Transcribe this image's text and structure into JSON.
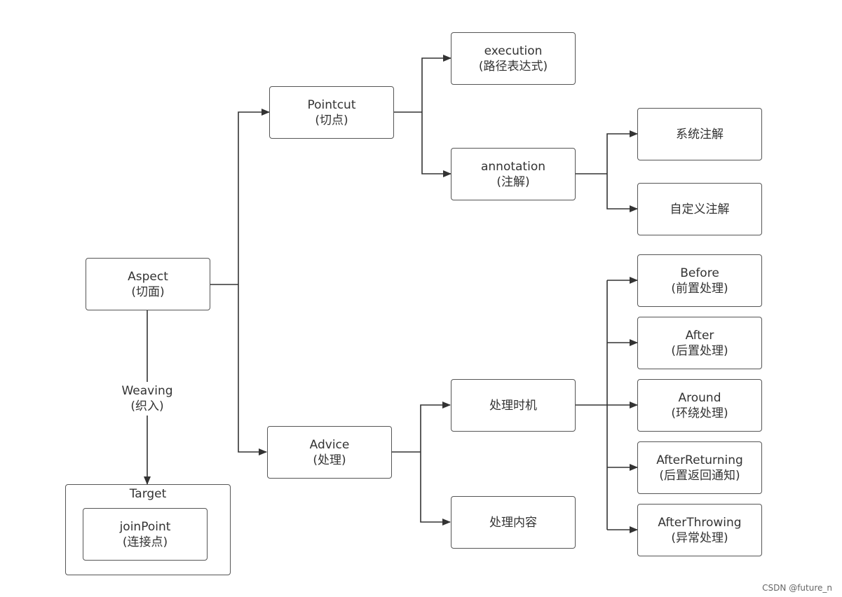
{
  "nodes": {
    "aspect": {
      "line1": "Aspect",
      "line2": "(切面)"
    },
    "pointcut": {
      "line1": "Pointcut",
      "line2": "(切点)"
    },
    "execution": {
      "line1": "execution",
      "line2": "(路径表达式)"
    },
    "annotation": {
      "line1": "annotation",
      "line2": "(注解)"
    },
    "system_anno": {
      "line1": "系统注解"
    },
    "custom_anno": {
      "line1": "自定义注解"
    },
    "advice": {
      "line1": "Advice",
      "line2": "(处理)"
    },
    "timing": {
      "line1": "处理时机"
    },
    "content": {
      "line1": "处理内容"
    },
    "before": {
      "line1": "Before",
      "line2": "(前置处理)"
    },
    "after": {
      "line1": "After",
      "line2": "(后置处理)"
    },
    "around": {
      "line1": "Around",
      "line2": "(环绕处理)"
    },
    "after_returning": {
      "line1": "AfterReturning",
      "line2": "(后置返回通知)"
    },
    "after_throwing": {
      "line1": "AfterThrowing",
      "line2": "(异常处理)"
    },
    "target": {
      "title": "Target"
    },
    "joinpoint": {
      "line1": "joinPoint",
      "line2": "(连接点)"
    }
  },
  "edge_labels": {
    "weaving": {
      "line1": "Weaving",
      "line2": "(织入)"
    }
  },
  "watermark": "CSDN @future_n",
  "colors": {
    "line": "#333333",
    "border": "#555555",
    "background": "#ffffff"
  }
}
